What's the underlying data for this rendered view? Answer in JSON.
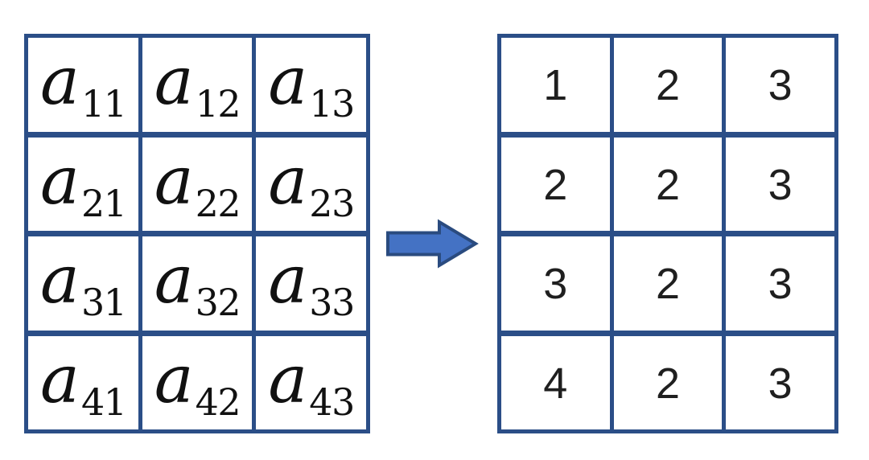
{
  "left_table": {
    "cells": [
      {
        "base": "a",
        "sub": "11"
      },
      {
        "base": "a",
        "sub": "12"
      },
      {
        "base": "a",
        "sub": "13"
      },
      {
        "base": "a",
        "sub": "21"
      },
      {
        "base": "a",
        "sub": "22"
      },
      {
        "base": "a",
        "sub": "23"
      },
      {
        "base": "a",
        "sub": "31"
      },
      {
        "base": "a",
        "sub": "32"
      },
      {
        "base": "a",
        "sub": "33"
      },
      {
        "base": "a",
        "sub": "41"
      },
      {
        "base": "a",
        "sub": "42"
      },
      {
        "base": "a",
        "sub": "43"
      }
    ]
  },
  "right_table": {
    "cells": [
      "1",
      "2",
      "3",
      "2",
      "2",
      "3",
      "3",
      "2",
      "3",
      "4",
      "2",
      "3"
    ]
  },
  "arrow": {
    "icon": "right-arrow-icon",
    "direction": "right"
  },
  "colors": {
    "table_border": "#2B4E87",
    "arrow_fill": "#4472C4",
    "arrow_outline": "#2A4B7F",
    "cell_background": "#FFFFFF",
    "page_background": "#FFFFFF",
    "symbol_text": "#111111",
    "digit_text": "#1F1F1F"
  }
}
